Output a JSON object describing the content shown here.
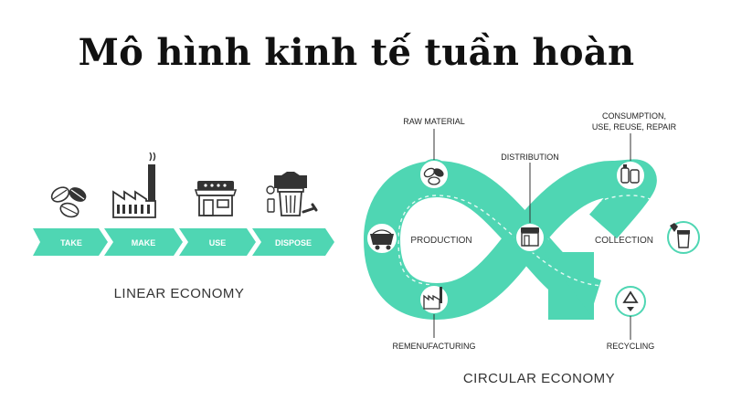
{
  "title": "Mô hình kinh tế tuần hoàn",
  "colors": {
    "teal": "#4fd6b3",
    "ink": "#333333"
  },
  "linear": {
    "label": "LINEAR ECONOMY",
    "steps": [
      {
        "label": "TAKE",
        "icon": "leaves-icon"
      },
      {
        "label": "MAKE",
        "icon": "factory-icon"
      },
      {
        "label": "USE",
        "icon": "store-icon"
      },
      {
        "label": "DISPOSE",
        "icon": "trash-icon"
      }
    ]
  },
  "circular": {
    "label": "CIRCULAR ECONOMY",
    "inner_left": "PRODUCTION",
    "inner_right": "COLLECTION",
    "nodes": {
      "raw_material": "RAW MATERIAL",
      "distribution": "DISTRIBUTION",
      "consumption_line1": "CONSUMPTION,",
      "consumption_line2": "USE, REUSE, REPAIR",
      "remanufacturing": "REMENUFACTURING",
      "recycling": "RECYCLING"
    }
  }
}
